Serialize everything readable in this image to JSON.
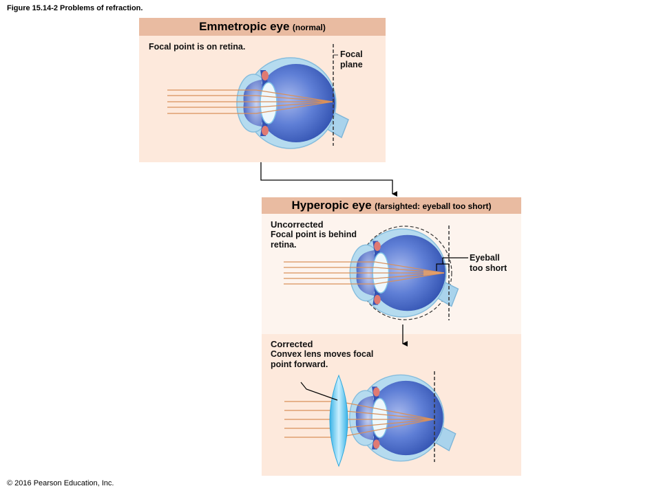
{
  "figure_title": "Figure 15.14-2 Problems of refraction.",
  "copyright": "© 2016 Pearson Education, Inc.",
  "emmetropic": {
    "title": "Emmetropic eye",
    "subtitle": "(normal)",
    "description": "Focal point is on retina.",
    "focal_label_1": "Focal",
    "focal_label_2": "plane"
  },
  "hyperopic": {
    "title": "Hyperopic eye",
    "subtitle": "(farsighted:  eyeball too short)",
    "uncorrected": {
      "heading": "Uncorrected",
      "line1": "Focal point is behind",
      "line2": "retina.",
      "callout_1": "Eyeball",
      "callout_2": "too short"
    },
    "corrected": {
      "heading": "Corrected",
      "line1": "Convex lens moves focal",
      "line2": "point forward."
    }
  },
  "colors": {
    "header": "#e9bba1",
    "panel": "#fde9dc",
    "panel_light": "#fdf4ee",
    "ray": "#d9905a"
  }
}
